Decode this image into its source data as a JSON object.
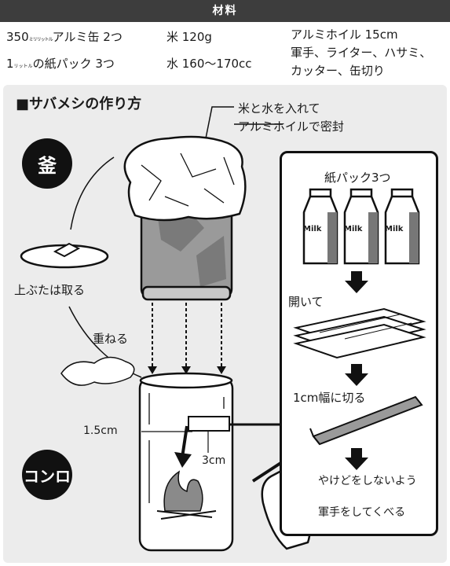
{
  "materials": {
    "header": "材料",
    "can_prefix": "350",
    "can_unit": "ミリリットル",
    "can_suffix": "アルミ缶 2つ",
    "pack_prefix": "1",
    "pack_unit": "リットル",
    "pack_suffix": "の紙パック 3つ",
    "rice": "米 120g",
    "water": "水 160～170cc",
    "foil": "アルミホイル 15cm",
    "tools_line1": "軍手、ライター、ハサミ、",
    "tools_line2": "カッター、缶切り"
  },
  "diagram": {
    "title": "■サバメシの作り方",
    "callout_rice": "米と水を入れて",
    "callout_foil": "アルミホイルで密封",
    "badge_top": "釜",
    "badge_bottom": "コンロ",
    "lid_label": "上ぶたは取る",
    "stack_label": "重ねる",
    "dim_side": "1.5cm",
    "dim_inner": "3cm",
    "carton_text": "Milk"
  },
  "steps": {
    "packs": "紙パック3つ",
    "open": "開いて",
    "cut": "1cm幅に切る",
    "safety_line1": "やけどをしないよう",
    "safety_line2": "軍手をしてくべる"
  },
  "colors": {
    "header_bg": "#3d3d3d",
    "panel_bg": "#ececec",
    "can_gray": "#9a9a9a"
  }
}
